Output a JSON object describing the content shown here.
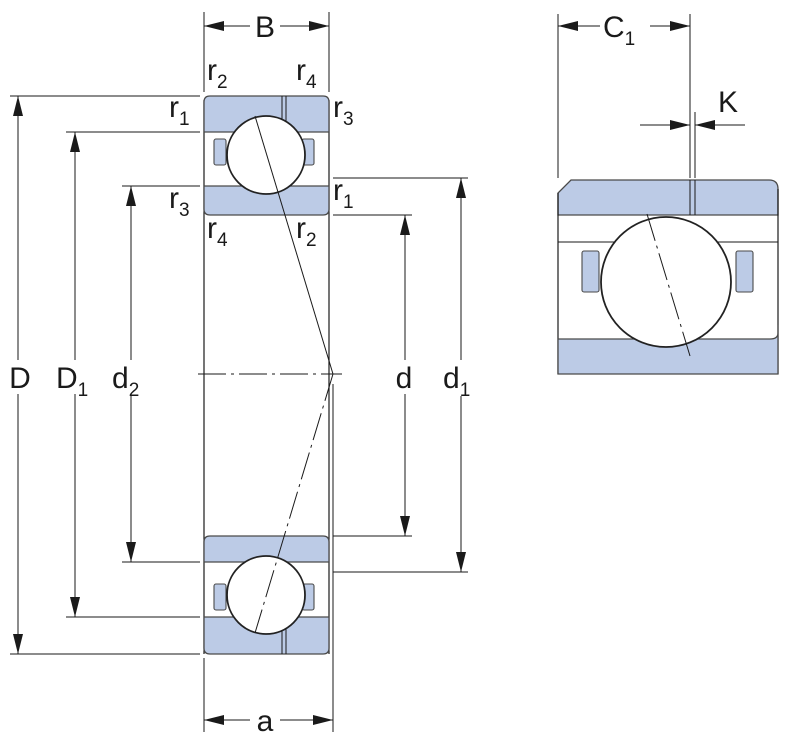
{
  "diagram": {
    "labels": {
      "B": "B",
      "C": "C",
      "C_sub": "1",
      "K": "K",
      "D": "D",
      "D1": "D",
      "D1_sub": "1",
      "d2": "d",
      "d2_sub": "2",
      "d": "d",
      "d1": "d",
      "d1_sub": "1",
      "a": "a",
      "r": "r",
      "r1": "1",
      "r2": "2",
      "r3": "3",
      "r4": "4"
    },
    "colors": {
      "ring_fill": "#bccbe6",
      "outline": "#4a4a4a",
      "line": "#1a1a1a"
    }
  }
}
